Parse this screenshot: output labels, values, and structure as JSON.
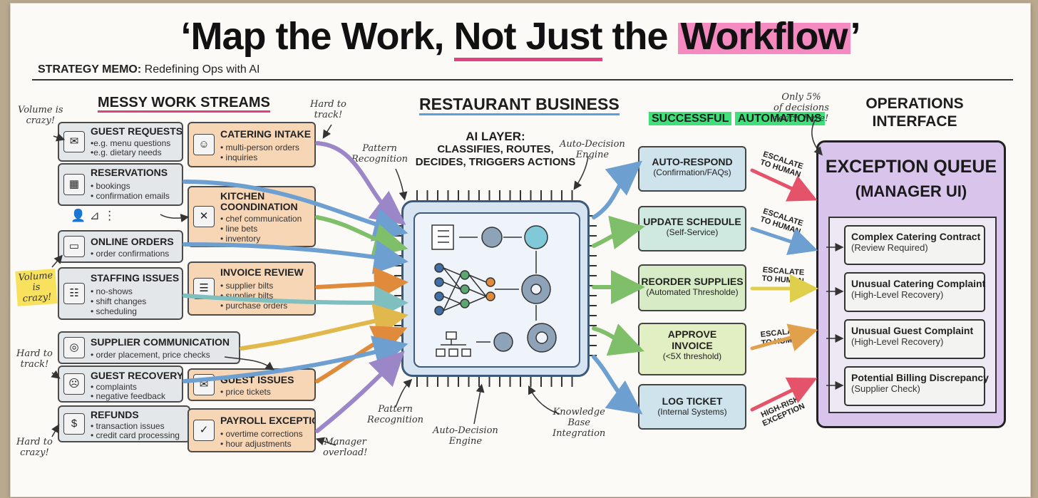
{
  "title": {
    "part1": "‘Map the Work, ",
    "part2": "Not Just",
    "part3": " the ",
    "part4": "Workflow",
    "part5": "’"
  },
  "memo": {
    "label": "STRATEGY MEMO:",
    "text": " Redefining Ops with AI"
  },
  "sections": {
    "messy": "MESSY WORK STREAMS",
    "business": "RESTAURANT BUSINESS",
    "automations_line1": "SUCCESSFUL",
    "automations_line2": "AUTOMATIONS",
    "ops_line1": "OPERATIONS",
    "ops_line2": "INTERFACE"
  },
  "notes": {
    "volume_top": "Volume is\ncrazy!",
    "hard_top": "Hard to\ntrack!",
    "volume_mid": "Volume\nis\ncrazy!",
    "hard_mid": "Hard to\ntrack!",
    "hard_bottom": "Hard to\ncrazy!",
    "manager_overload": "Manager\noverload!",
    "pattern_top": "Pattern\nRecognition",
    "auto_decision_top": "Auto-Decision\nEngine",
    "pattern_bottom": "Pattern\nRecognition",
    "auto_decision_bottom": "Auto-Decision\nEngine",
    "knowledge_base": "Knowledge\nBase\nIntegration",
    "only5": "Only 5%\nof decisions\nreach here!"
  },
  "streams_left": [
    {
      "title": "GUEST REQUESTS",
      "desc": [
        "•e.g. menu questions",
        "•e.g. dietary needs"
      ],
      "icon": "envelope-icon",
      "glyph": "✉"
    },
    {
      "title": "RESERVATIONS",
      "desc": [
        "• bookings",
        "• confirmation emails"
      ],
      "icon": "calendar-icon",
      "glyph": "▦"
    },
    {
      "title": "ONLINE ORDERS",
      "desc": [
        "• order confirmations"
      ],
      "icon": "laptop-icon",
      "glyph": "▭"
    },
    {
      "title": "STAFFING ISSUES",
      "desc": [
        "• no-shows",
        "• shift changes",
        "• scheduling"
      ],
      "icon": "calendar-person-icon",
      "glyph": "☷"
    },
    {
      "title": "SUPPLIER COMMUNICATION",
      "desc": [
        "• order placement, price checks"
      ],
      "icon": "coins-icon",
      "glyph": "◎"
    },
    {
      "title": "GUEST RECOVERY",
      "desc": [
        "• complaints",
        "• negative feedback"
      ],
      "icon": "sad-face-icon",
      "glyph": "☹"
    },
    {
      "title": "REFUNDS",
      "desc": [
        "• transaction issues",
        "• credit card processing"
      ],
      "icon": "money-hand-icon",
      "glyph": "$"
    }
  ],
  "streams_right": [
    {
      "title": "CATERING INTAKE",
      "desc": [
        "• multi-person orders",
        "• inquiries"
      ],
      "icon": "people-icon",
      "glyph": "☺"
    },
    {
      "title": "KITCHEN\nCOONDINATION",
      "desc": [
        "• chef communication",
        "• line bets",
        "• inventory"
      ],
      "icon": "fork-knife-icon",
      "glyph": "✕"
    },
    {
      "title": "INVOICE REVIEW",
      "desc": [
        "• supplier bilts",
        "• supplier bilts",
        "• purchase orders"
      ],
      "icon": "receipt-icon",
      "glyph": "☰"
    },
    {
      "title": "GUEST ISSUES",
      "desc": [
        "• price tickets"
      ],
      "icon": "envelope-icon",
      "glyph": "✉"
    },
    {
      "title": "PAYROLL EXCEPTIONS",
      "desc": [
        "• overtime corrections",
        "• hour adjustments"
      ],
      "icon": "clipboard-check-icon",
      "glyph": "✓"
    }
  ],
  "ai_layer": {
    "line1": "AI LAYER:",
    "line2": "CLASSIFIES, ROUTES,",
    "line3": "DECIDES, TRIGGERS ACTIONS"
  },
  "automations": [
    {
      "title": "AUTO-RESPOND",
      "desc": "(Confirmation/FAQs)",
      "color": "#cfe3ec"
    },
    {
      "title": "UPDATE SCHEDULE",
      "desc": "(Self-Service)",
      "color": "#cfe8e0"
    },
    {
      "title": "REORDER SUPPLIES",
      "desc": "(Automated Thresholde)",
      "color": "#d7ecc6"
    },
    {
      "title": "APPROVE\nINVOICE",
      "desc": "(<5X threshold)",
      "color": "#e2efc3"
    },
    {
      "title": "LOG TICKET",
      "desc": "(Internal Systems)",
      "color": "#cfe3ec"
    }
  ],
  "escalations": [
    "ESCALATE\nTO HUMAN",
    "ESCALATE\nTO HUMAN",
    "ESCALATE\nTO HUMAN",
    "ESCALATE\nTO HUMAN",
    "HIGH-RISK\nEXCEPTION"
  ],
  "queue": {
    "title1": "EXCEPTION QUEUE",
    "title2": "(MANAGER UI)",
    "items": [
      {
        "title": "Complex Catering Contract",
        "desc": "(Review Required)"
      },
      {
        "title": "Unusual Catering Complaint",
        "desc": "(High-Level Recovery)"
      },
      {
        "title": "Unusual Guest Complaint",
        "desc": "(High-Level Recovery)"
      },
      {
        "title": "Potential Billing Discrepancy",
        "desc": "(Supplier Check)"
      }
    ]
  },
  "colors": {
    "accent_pink": "#f48ac0",
    "automation_green": "#3fe07a",
    "queue_purple": "#d9c4ec",
    "chip_blue": "#d5e4f0"
  }
}
